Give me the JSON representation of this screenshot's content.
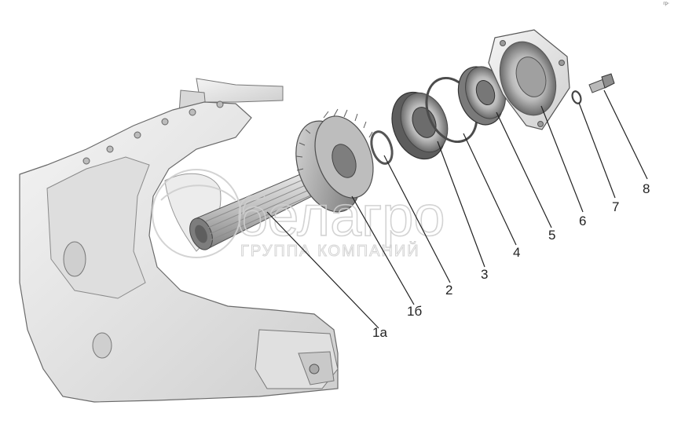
{
  "watermark": {
    "brand": "белагро",
    "tagline": "ГРУППА КОМПАНИЙ"
  },
  "corner_mark": "гр◦",
  "callouts": [
    {
      "id": "1a",
      "label": "1а"
    },
    {
      "id": "1b",
      "label": "1б"
    },
    {
      "id": "2",
      "label": "2"
    },
    {
      "id": "3",
      "label": "3"
    },
    {
      "id": "4",
      "label": "4"
    },
    {
      "id": "5",
      "label": "5"
    },
    {
      "id": "6",
      "label": "6"
    },
    {
      "id": "7",
      "label": "7"
    },
    {
      "id": "8",
      "label": "8"
    }
  ],
  "colors": {
    "housing": "#e6e6e6",
    "metal_dark": "#8c8c8c",
    "outline": "#555555",
    "leader": "#222222"
  }
}
